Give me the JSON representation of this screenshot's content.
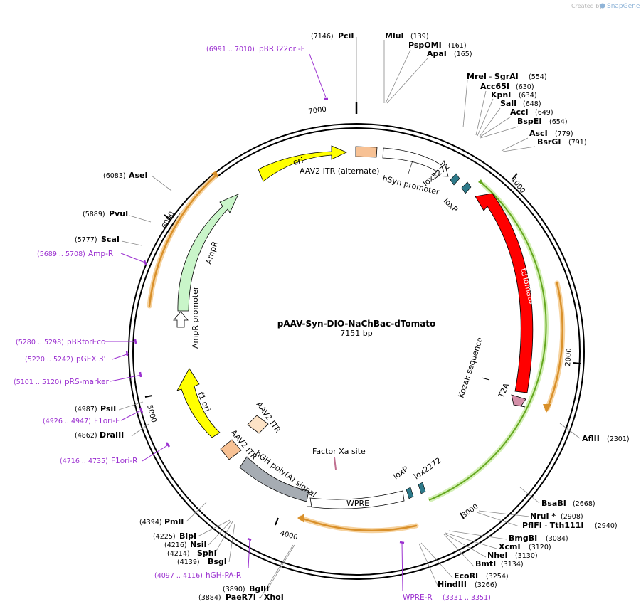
{
  "plasmid": {
    "name": "pAAV-Syn-DIO-NaChBac-dTomato",
    "length_label": "7151 bp"
  },
  "credit": {
    "prefix": "Created by",
    "brand": "SnapGene"
  },
  "ticks": [
    "1000",
    "2000",
    "3000",
    "4000",
    "5000",
    "6000",
    "7000"
  ],
  "sites": {
    "pcii": {
      "name": "PciI",
      "pos": "(7146)"
    },
    "mlui": {
      "name": "MluI",
      "pos": "(139)"
    },
    "pspomi": {
      "name": "PspOMI",
      "pos": "(161)"
    },
    "apai": {
      "name": "ApaI",
      "pos": "(165)"
    },
    "mrei": {
      "name": "MreI",
      "sep": " - ",
      "name2": "SgrAI",
      "pos": "(554)"
    },
    "acc65i": {
      "name": "Acc65I",
      "pos": "(630)"
    },
    "kpni": {
      "name": "KpnI",
      "pos": "(634)"
    },
    "sali": {
      "name": "SalI",
      "pos": "(648)"
    },
    "acci": {
      "name": "AccI",
      "pos": "(649)"
    },
    "bspei": {
      "name": "BspEI",
      "pos": "(654)"
    },
    "asci": {
      "name": "AscI",
      "pos": "(779)"
    },
    "bsrgi": {
      "name": "BsrGI",
      "pos": "(791)"
    },
    "aflii": {
      "name": "AflII",
      "pos": "(2301)"
    },
    "bsabi": {
      "name": "BsaBI",
      "pos": "(2668)"
    },
    "nrui": {
      "name": "NruI *",
      "pos": "(2908)"
    },
    "pflfi": {
      "name": "PflFI",
      "sep": " - ",
      "name2": "Tth111I",
      "pos": "(2940)"
    },
    "bmgbi": {
      "name": "BmgBI",
      "pos": "(3084)"
    },
    "xcmi": {
      "name": "XcmI",
      "pos": "(3120)"
    },
    "nhei": {
      "name": "NheI",
      "pos": "(3130)"
    },
    "bmti": {
      "name": "BmtI",
      "pos": "(3134)"
    },
    "ecori": {
      "name": "EcoRI",
      "pos": "(3254)"
    },
    "hindiii": {
      "name": "HindIII",
      "pos": "(3266)"
    },
    "bglii": {
      "name": "BglII",
      "pos": "(3890)"
    },
    "paer7i": {
      "name": "PaeR7I",
      "sep": " - ",
      "name2": "XhoI",
      "pos": "(3884)"
    },
    "bsgi": {
      "name": "BsgI",
      "pos": "(4139)"
    },
    "sphi": {
      "name": "SphI",
      "pos": "(4214)"
    },
    "nsii": {
      "name": "NsiI",
      "pos": "(4216)"
    },
    "blpi": {
      "name": "BlpI",
      "pos": "(4225)"
    },
    "pmli": {
      "name": "PmlI",
      "pos": "(4394)"
    },
    "draiii": {
      "name": "DraIII",
      "pos": "(4862)"
    },
    "psii": {
      "name": "PsiI",
      "pos": "(4987)"
    },
    "scai": {
      "name": "ScaI",
      "pos": "(5777)"
    },
    "pvui": {
      "name": "PvuI",
      "pos": "(5889)"
    },
    "asei": {
      "name": "AseI",
      "pos": "(6083)"
    }
  },
  "primers": {
    "pbr322ori": {
      "pos": "(6991 .. 7010)",
      "name": "pBR322ori-F"
    },
    "ampr": {
      "pos": "(5689 .. 5708)",
      "name": "Amp-R"
    },
    "pbrforeco": {
      "pos": "(5280 .. 5298)",
      "name": "pBRforEco"
    },
    "pgex3": {
      "pos": "(5220 .. 5242)",
      "name": "pGEX 3'"
    },
    "prsmarker": {
      "pos": "(5101 .. 5120)",
      "name": "pRS-marker"
    },
    "f1orif": {
      "pos": "(4926 .. 4947)",
      "name": "F1ori-F"
    },
    "f1orir": {
      "pos": "(4716 .. 4735)",
      "name": "F1ori-R"
    },
    "hghpar": {
      "pos": "(4097 .. 4116)",
      "name": "hGH-PA-R"
    },
    "wprer": {
      "name": "WPRE-R",
      "pos": "(3331 .. 3351)"
    }
  },
  "features": {
    "ori": "ori",
    "itr_alt": "AAV2 ITR (alternate)",
    "hsyn": "hSyn promoter",
    "lox2272_top": "lox2272",
    "loxp_top": "loxP",
    "tdtomato": "tdTomato",
    "kozak": "Kozak sequence",
    "t2a": "T2A",
    "loxp_bottom": "loxP",
    "lox2272_bottom": "lox2272",
    "wpre": "WPRE",
    "factorxa": "Factor Xa site",
    "hgh": "hGH poly(A) signal",
    "itr_left": "AAV2 ITR",
    "itr_inner": "AAV2 ITR",
    "f1ori": "f1 ori",
    "amprpromoter": "AmpR promoter",
    "ampr": "AmpR"
  },
  "colors": {
    "ori": "#ffff00",
    "itr": "#f7c194",
    "itr_inner": "#fde3c6",
    "tdtomato": "#ff0000",
    "lox": "#2e7a8a",
    "t2a": "#d48fa8",
    "ampr": "#c9f5c9",
    "hgh": "#a6acb3",
    "orf_arc": "#d9902a",
    "green_arc": "#66a820",
    "primer": "#9b30d0"
  }
}
